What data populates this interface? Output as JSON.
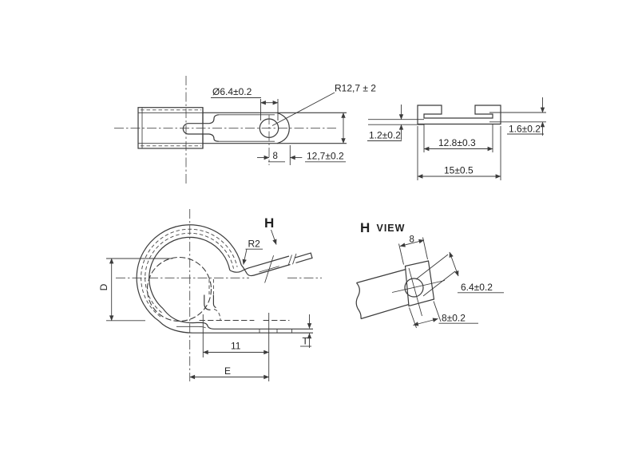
{
  "colors": {
    "background": "#ffffff",
    "line": "#3b3b3b",
    "text": "#1f1f1f"
  },
  "views": {
    "strap_top": {
      "dim_hole_diameter": "Ø6.4±0.2",
      "dim_end_radius": "R12,7 ± 2",
      "dim_hole_to_end": "8",
      "dim_strap_width": "12,7±0.2"
    },
    "cross_section": {
      "dim_inner_width": "12.8±0.3",
      "dim_overall_width": "15±0.5",
      "dim_base_thickness": "1.2±0.2",
      "dim_edge_thickness": "1.6±0.2"
    },
    "profile": {
      "dim_clamp_diameter": "D",
      "dim_bend_radius": "R2",
      "label_view_arrow": "H",
      "dim_step_to_hole": "11",
      "dim_center_to_hole": "E",
      "dim_band_thickness": "T"
    },
    "h_view": {
      "title_letter": "H",
      "title_word": "VIEW",
      "dim_flag_width": "8",
      "dim_hole_diameter": "6.4±0.2",
      "dim_flag_span": "8±0.2"
    }
  }
}
